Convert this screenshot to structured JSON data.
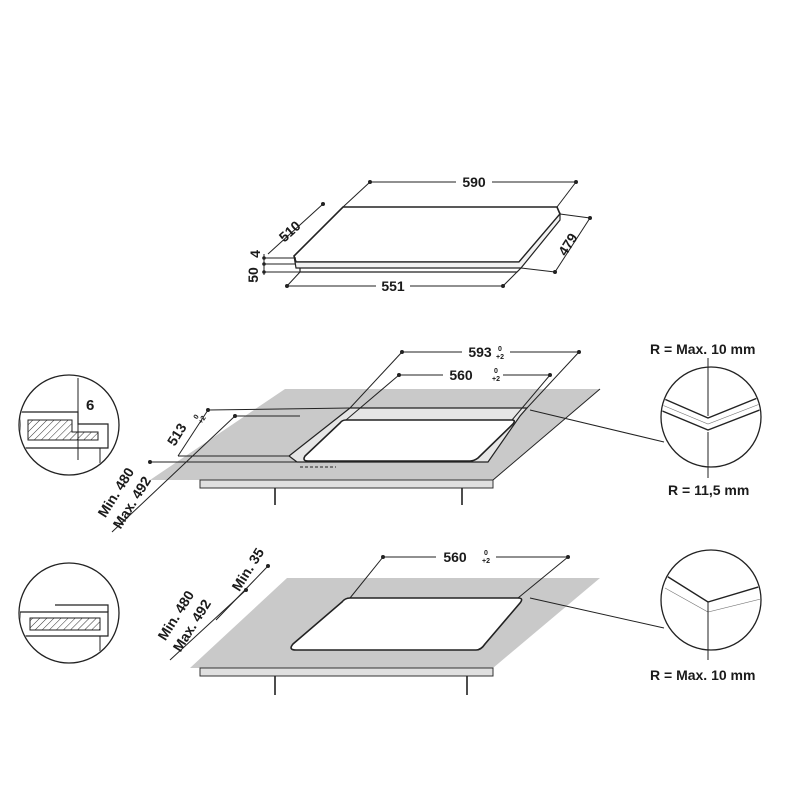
{
  "top": {
    "width_label": "590",
    "depth_label": "510",
    "thickness_label": "4",
    "height_label": "50",
    "inner_depth_label": "479",
    "inner_width_label": "551"
  },
  "middle": {
    "outer_width_label": "593",
    "outer_width_tol": [
      "0",
      "+2"
    ],
    "inner_width_label": "560",
    "inner_width_tol": [
      "0",
      "+2"
    ],
    "depth_label": "513",
    "depth_tol": [
      "0",
      "+2"
    ],
    "min_label": "Min. 480",
    "max_label": "Max. 492",
    "detail_value": "6",
    "radius_top_label": "R = Max. 10 mm",
    "radius_bottom_label": "R = 11,5 mm"
  },
  "bottom": {
    "width_label": "560",
    "width_tol": [
      "0",
      "+2"
    ],
    "min35_label": "Min. 35",
    "min_label": "Min. 480",
    "max_label": "Max. 492",
    "radius_label": "R = Max. 10 mm"
  }
}
